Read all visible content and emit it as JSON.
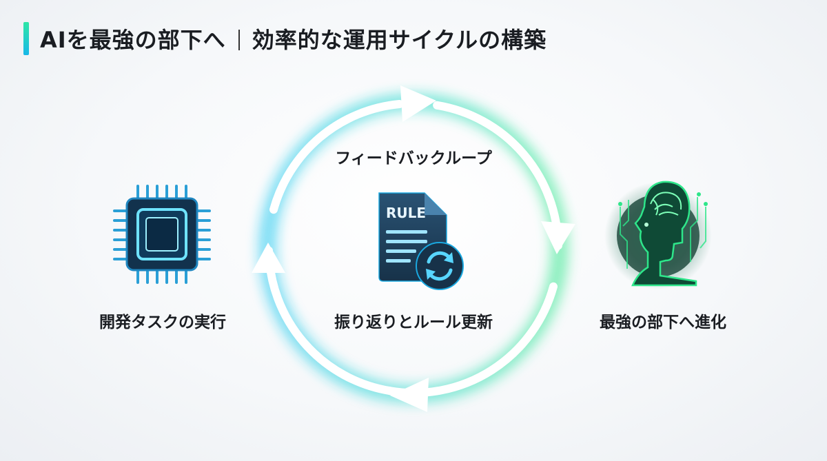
{
  "title": {
    "main": "AIを最強の部下へ",
    "sub": "効率的な運用サイクルの構築"
  },
  "cycle": {
    "top_label": "フィードバックループ",
    "center_label": "振り返りとルール更新",
    "doc_text": "RULE"
  },
  "left": {
    "label": "開発タスクの実行",
    "icon": "chip-icon"
  },
  "right": {
    "label": "最強の部下へ進化",
    "icon": "ai-head-icon"
  },
  "colors": {
    "accent_cyan": "#18c6f0",
    "accent_green": "#2ee68a",
    "text": "#1a1d22"
  }
}
